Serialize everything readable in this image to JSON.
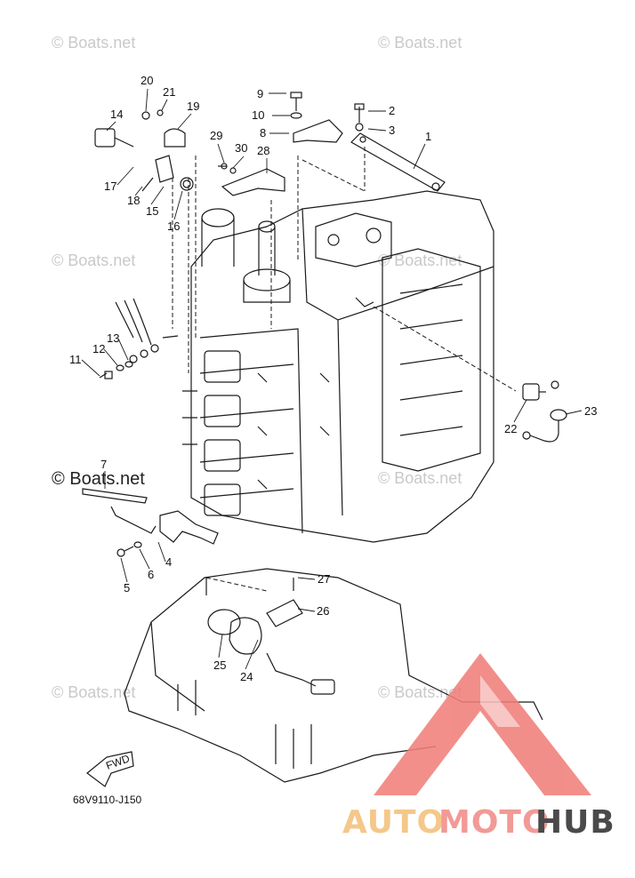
{
  "watermark_text": "© Boats.net",
  "callouts": [
    "1",
    "2",
    "3",
    "4",
    "5",
    "6",
    "7",
    "8",
    "9",
    "10",
    "11",
    "12",
    "13",
    "14",
    "15",
    "16",
    "17",
    "18",
    "19",
    "20",
    "21",
    "22",
    "23",
    "24",
    "25",
    "26",
    "27",
    "28",
    "29",
    "30"
  ],
  "diagram_code": "68V9110-J150",
  "fwd_label": "FWD",
  "brand": {
    "part1": "AUTO",
    "part2": "MOTO",
    "part3": "HUB"
  },
  "colors": {
    "line": "#1a1a1a",
    "brand_auto": "#f4c88a",
    "brand_moto": "#f29a96",
    "brand_hub": "#4a4a4a",
    "logo": "#f07f7a"
  }
}
